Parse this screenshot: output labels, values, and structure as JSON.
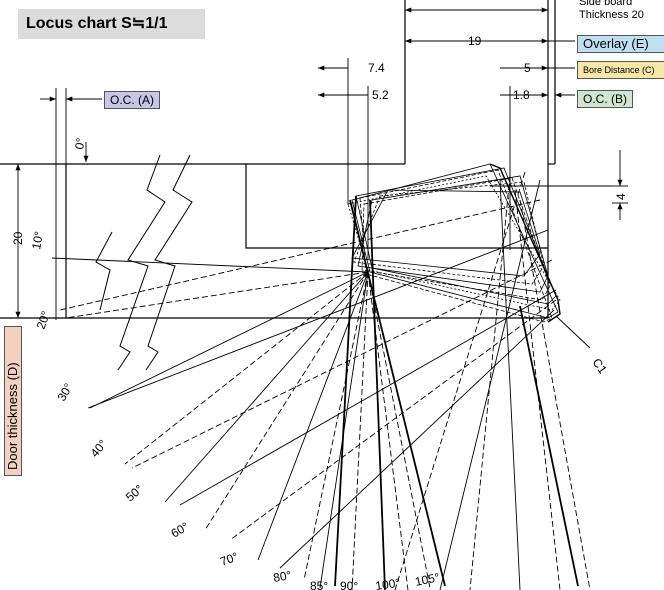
{
  "title": "Locus chart S≒1/1",
  "labels": {
    "oc_a": "O.C. (A)",
    "oc_b": "O.C. (B)",
    "overlay": "Overlay (E)",
    "bore_distance": "Bore Distance (C)",
    "door_thickness": "Door thickness (D)",
    "side_board_line1": "Side board",
    "side_board_line2": "Thickness 20",
    "c1": "C1"
  },
  "dimensions": {
    "d19": "19",
    "d7_4": "7.4",
    "d5_2": "5.2",
    "d5": "5",
    "d1_8": "1.8",
    "d20": "20",
    "d4": "4",
    "d0": "0°"
  },
  "angles": [
    "10°",
    "20°",
    "30°",
    "40°",
    "50°",
    "60°",
    "70°",
    "80°",
    "85°",
    "90°",
    "100°",
    "105°"
  ],
  "colors": {
    "title_bg": "#dcdcdc",
    "oc_a_bg": "#c9c5e6",
    "oc_b_bg": "#cfe7cf",
    "overlay_bg": "#bfe0f0",
    "bore_bg": "#f6e6a8",
    "door_bg": "#f4d0c0"
  }
}
